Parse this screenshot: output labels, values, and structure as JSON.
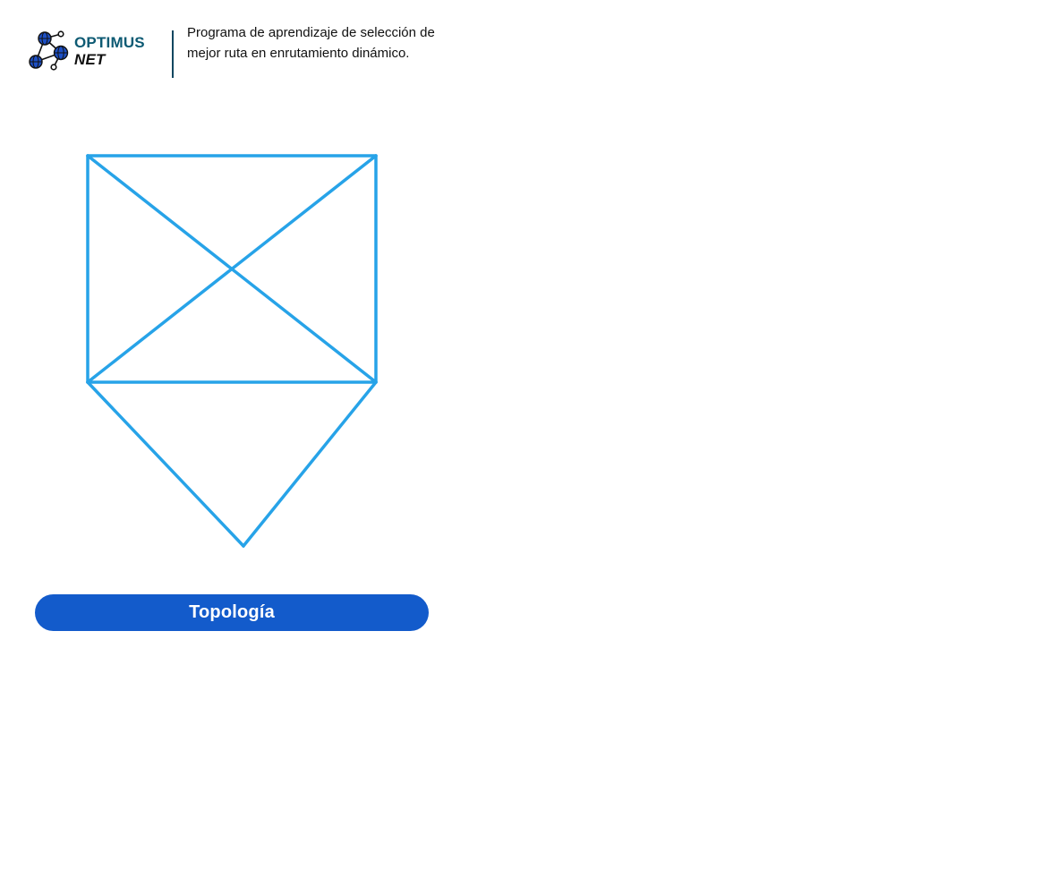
{
  "brand": {
    "name_line1": "OPTIMUS",
    "name_line2": "NET",
    "logo_icon": "network-globes-icon",
    "colors": {
      "primary_teal": "#0d5a73",
      "dark": "#111111",
      "globe_blue": "#1d4fc4"
    }
  },
  "header": {
    "program_title": "Programa de aprendizaje de selección de mejor ruta en enrutamiento dinámico."
  },
  "topology": {
    "edge_color": "#27a3e8",
    "nodes": [
      "top-left",
      "top-right",
      "bottom-left",
      "bottom-right",
      "bottom-apex"
    ],
    "edges": [
      [
        "top-left",
        "top-right"
      ],
      [
        "top-left",
        "bottom-left"
      ],
      [
        "top-right",
        "bottom-right"
      ],
      [
        "bottom-left",
        "bottom-right"
      ],
      [
        "top-left",
        "bottom-right"
      ],
      [
        "top-right",
        "bottom-left"
      ],
      [
        "bottom-left",
        "bottom-apex"
      ],
      [
        "bottom-right",
        "bottom-apex"
      ]
    ]
  },
  "actions": {
    "topology_button_label": "Topología",
    "button_color": "#135bcb"
  }
}
